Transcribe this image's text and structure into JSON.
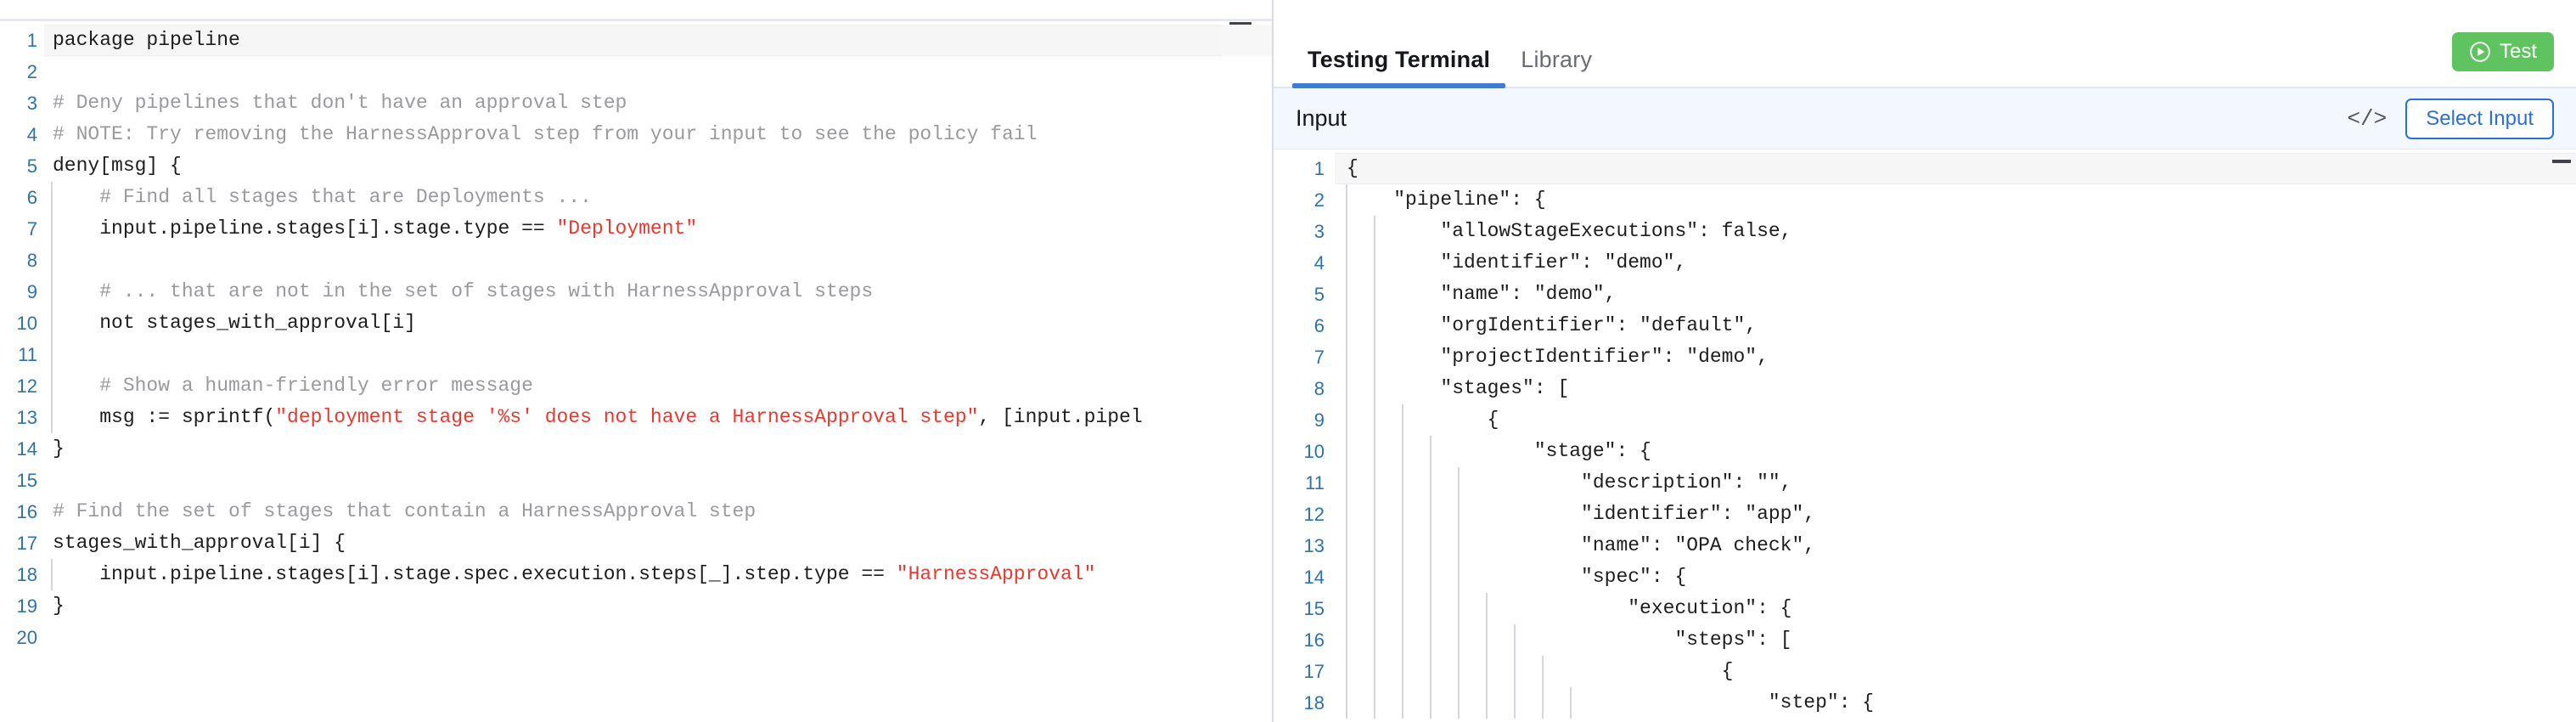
{
  "editor": {
    "name": "rego-policy-editor",
    "language": "rego",
    "active_line": 1,
    "total_lines": 20,
    "lines": [
      {
        "n": 1,
        "indent": 0,
        "tokens": [
          {
            "t": "plain",
            "v": "package pipeline"
          }
        ]
      },
      {
        "n": 2,
        "indent": 0,
        "tokens": []
      },
      {
        "n": 3,
        "indent": 0,
        "tokens": [
          {
            "t": "cmt",
            "v": "# Deny pipelines that don't have an approval step"
          }
        ]
      },
      {
        "n": 4,
        "indent": 0,
        "tokens": [
          {
            "t": "cmt",
            "v": "# NOTE: Try removing the HarnessApproval step from your input to see the policy fail"
          }
        ]
      },
      {
        "n": 5,
        "indent": 0,
        "tokens": [
          {
            "t": "plain",
            "v": "deny[msg] {"
          }
        ]
      },
      {
        "n": 6,
        "indent": 1,
        "tokens": [
          {
            "t": "cmt",
            "v": "    # Find all stages that are Deployments ..."
          }
        ]
      },
      {
        "n": 7,
        "indent": 1,
        "tokens": [
          {
            "t": "plain",
            "v": "    input.pipeline.stages[i].stage.type == "
          },
          {
            "t": "str",
            "v": "\"Deployment\""
          }
        ]
      },
      {
        "n": 8,
        "indent": 1,
        "tokens": []
      },
      {
        "n": 9,
        "indent": 1,
        "tokens": [
          {
            "t": "cmt",
            "v": "    # ... that are not in the set of stages with HarnessApproval steps"
          }
        ]
      },
      {
        "n": 10,
        "indent": 1,
        "tokens": [
          {
            "t": "plain",
            "v": "    not stages_with_approval[i]"
          }
        ]
      },
      {
        "n": 11,
        "indent": 1,
        "tokens": []
      },
      {
        "n": 12,
        "indent": 1,
        "tokens": [
          {
            "t": "cmt",
            "v": "    # Show a human-friendly error message"
          }
        ]
      },
      {
        "n": 13,
        "indent": 1,
        "tokens": [
          {
            "t": "plain",
            "v": "    msg := sprintf("
          },
          {
            "t": "str",
            "v": "\"deployment stage '%s' does not have a HarnessApproval step\""
          },
          {
            "t": "plain",
            "v": ", [input.pipel"
          }
        ]
      },
      {
        "n": 14,
        "indent": 0,
        "tokens": [
          {
            "t": "plain",
            "v": "}"
          }
        ]
      },
      {
        "n": 15,
        "indent": 0,
        "tokens": []
      },
      {
        "n": 16,
        "indent": 0,
        "tokens": [
          {
            "t": "cmt",
            "v": "# Find the set of stages that contain a HarnessApproval step"
          }
        ]
      },
      {
        "n": 17,
        "indent": 0,
        "tokens": [
          {
            "t": "plain",
            "v": "stages_with_approval[i] {"
          }
        ]
      },
      {
        "n": 18,
        "indent": 1,
        "tokens": [
          {
            "t": "plain",
            "v": "    input.pipeline.stages[i].stage.spec.execution.steps[_].step.type == "
          },
          {
            "t": "str",
            "v": "\"HarnessApproval\""
          }
        ]
      },
      {
        "n": 19,
        "indent": 0,
        "tokens": [
          {
            "t": "plain",
            "v": "}"
          }
        ]
      },
      {
        "n": 20,
        "indent": 0,
        "tokens": []
      }
    ]
  },
  "right_panel": {
    "tabs": [
      {
        "label": "Testing Terminal",
        "active": true
      },
      {
        "label": "Library",
        "active": false
      }
    ],
    "test_button": {
      "label": "Test",
      "icon": "play-circle-icon",
      "color": "#5fc45f"
    },
    "input_bar": {
      "label": "Input",
      "code_icon": "</>",
      "select_input_label": "Select Input",
      "accent": "#2a6fd6",
      "background": "#f2f8fe"
    },
    "input_editor": {
      "name": "json-input-editor",
      "language": "json",
      "active_line": 1,
      "lines": [
        {
          "n": 1,
          "depth": 0,
          "text": "{"
        },
        {
          "n": 2,
          "depth": 1,
          "text": "    \"pipeline\": {"
        },
        {
          "n": 3,
          "depth": 2,
          "text": "        \"allowStageExecutions\": false,"
        },
        {
          "n": 4,
          "depth": 2,
          "text": "        \"identifier\": \"demo\","
        },
        {
          "n": 5,
          "depth": 2,
          "text": "        \"name\": \"demo\","
        },
        {
          "n": 6,
          "depth": 2,
          "text": "        \"orgIdentifier\": \"default\","
        },
        {
          "n": 7,
          "depth": 2,
          "text": "        \"projectIdentifier\": \"demo\","
        },
        {
          "n": 8,
          "depth": 2,
          "text": "        \"stages\": ["
        },
        {
          "n": 9,
          "depth": 3,
          "text": "            {"
        },
        {
          "n": 10,
          "depth": 4,
          "text": "                \"stage\": {"
        },
        {
          "n": 11,
          "depth": 5,
          "text": "                    \"description\": \"\","
        },
        {
          "n": 12,
          "depth": 5,
          "text": "                    \"identifier\": \"app\","
        },
        {
          "n": 13,
          "depth": 5,
          "text": "                    \"name\": \"OPA check\","
        },
        {
          "n": 14,
          "depth": 5,
          "text": "                    \"spec\": {"
        },
        {
          "n": 15,
          "depth": 6,
          "text": "                        \"execution\": {"
        },
        {
          "n": 16,
          "depth": 7,
          "text": "                            \"steps\": ["
        },
        {
          "n": 17,
          "depth": 8,
          "text": "                                {"
        },
        {
          "n": 18,
          "depth": 9,
          "text": "                                    \"step\": {"
        }
      ]
    }
  },
  "colors": {
    "line_number": "#2d72a8",
    "comment": "#9a9a9e",
    "string": "#e8392f",
    "tab_underline": "#3b7fd4",
    "test_green": "#5fc45f",
    "link_blue": "#2a6fd6"
  }
}
